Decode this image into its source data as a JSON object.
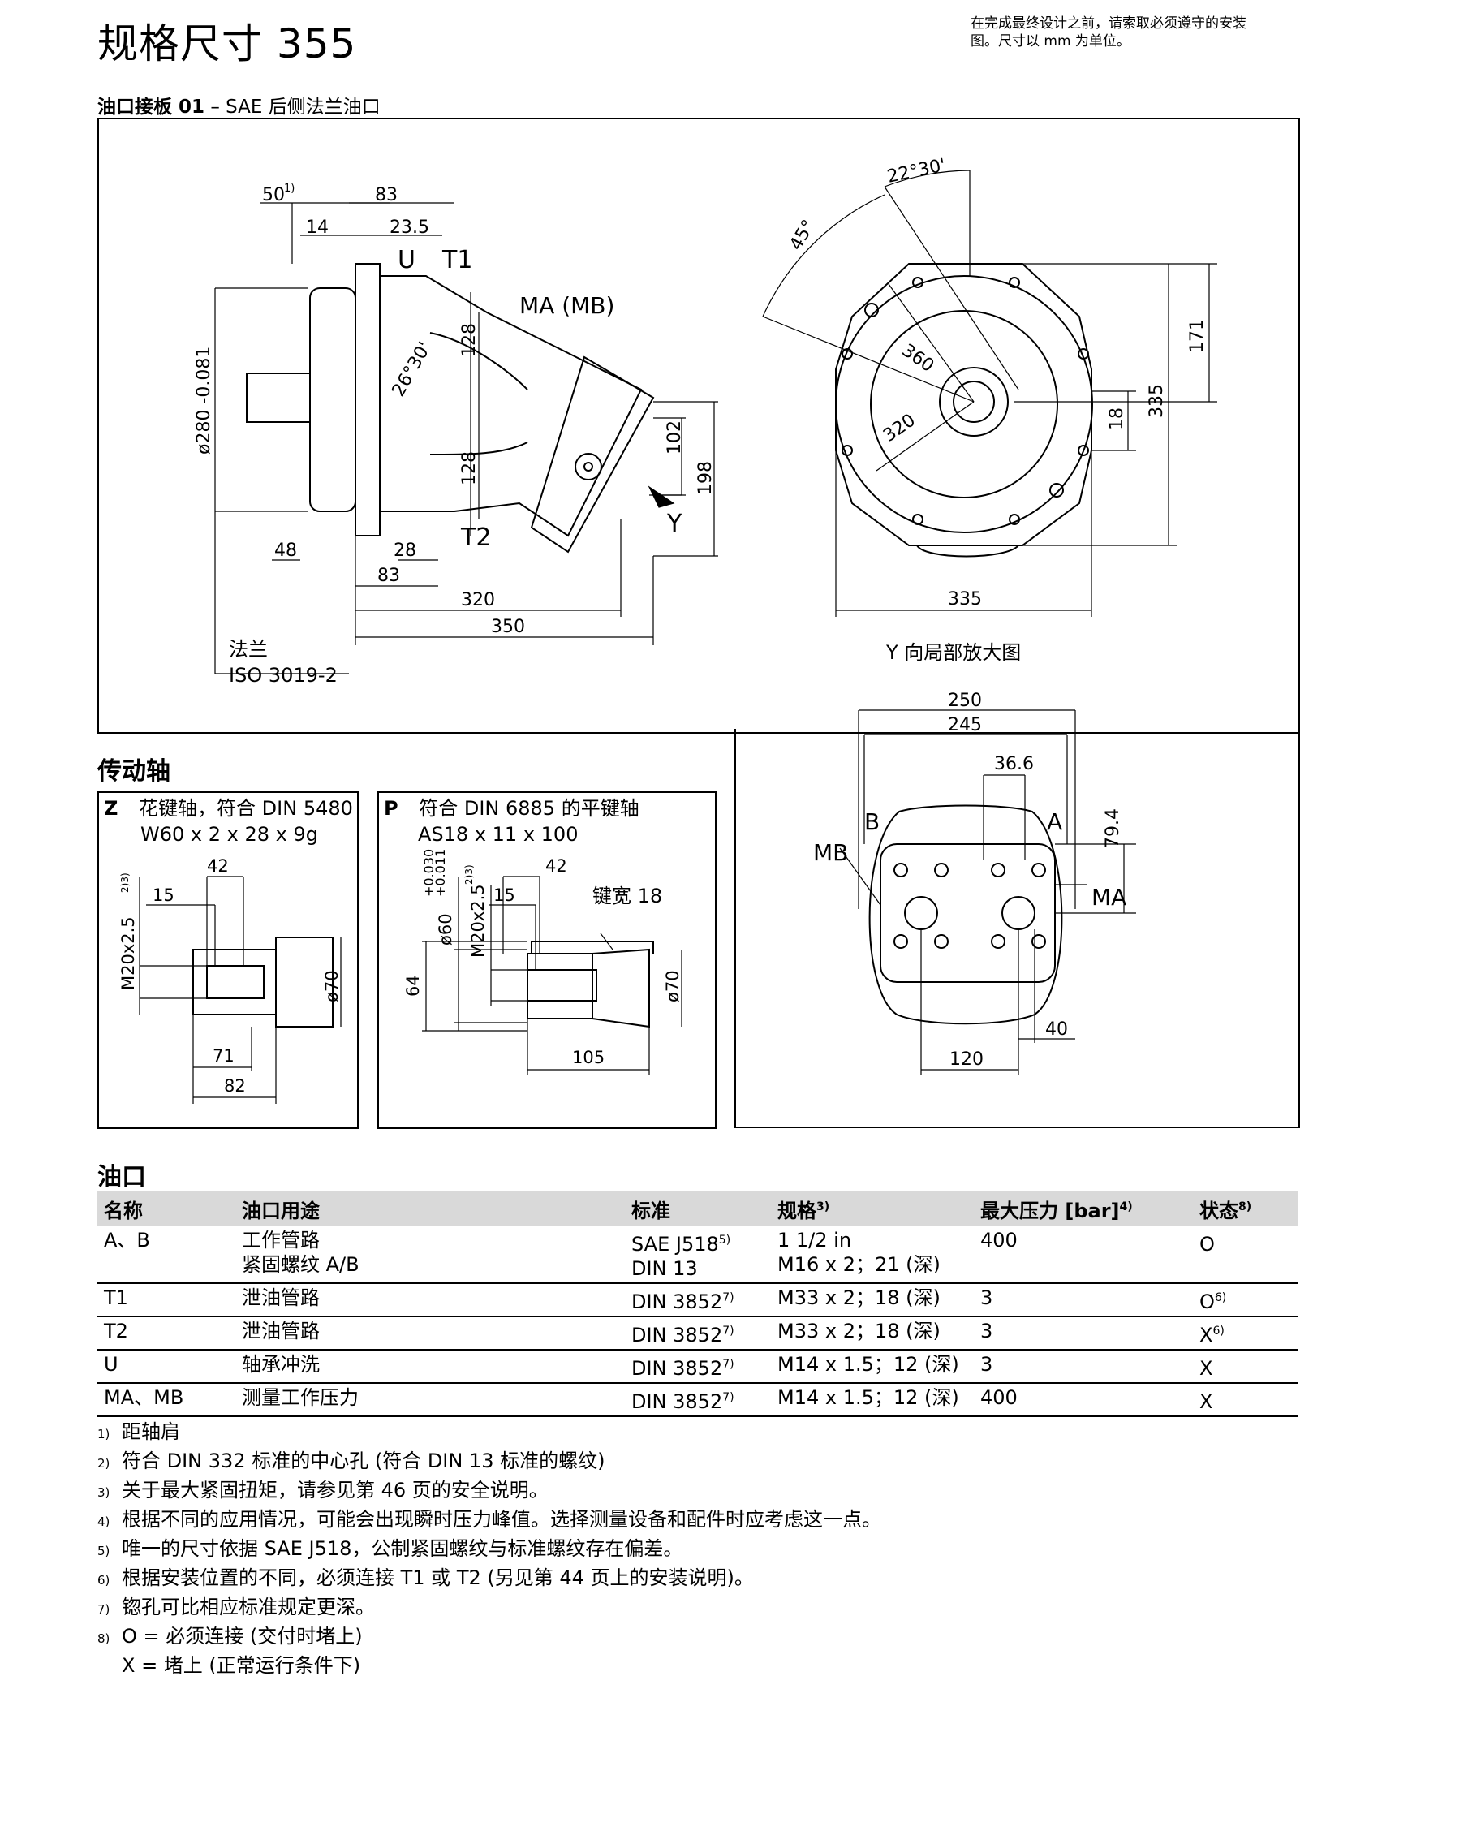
{
  "header": {
    "title": "规格尺寸 355",
    "note_line1": "在完成最终设计之前，请索取必须遵守的安装",
    "note_line2": "图。尺寸以 mm 为单位。"
  },
  "port_plate": {
    "label_bold": "油口接板 01",
    "label_rest": " – SAE 后侧法兰油口"
  },
  "side_view": {
    "dims": [
      "50",
      "1)",
      "83",
      "14",
      "23.5",
      "U",
      "T1",
      "MA (MB)",
      "128",
      "128",
      "26°30'",
      "ø280 -0.081",
      "102",
      "198",
      "Y",
      "T2",
      "48",
      "28",
      "83",
      "320",
      "350"
    ],
    "flange_label": "法兰",
    "flange_std": "ISO 3019-2"
  },
  "front_view": {
    "dims": [
      "22°30'",
      "45°",
      "360",
      "320",
      "171",
      "18",
      "335",
      "335"
    ]
  },
  "detail_view": {
    "caption": "Y 向局部放大图",
    "dims": [
      "250",
      "245",
      "36.6",
      "79.4",
      "40",
      "120"
    ],
    "labels": [
      "B",
      "A",
      "MB",
      "MA"
    ]
  },
  "drive_shafts": {
    "title": "传动轴",
    "z": {
      "code": "Z",
      "line1": "花键轴，符合 DIN 5480",
      "line2": "W60 x 2 x 28 x 9g",
      "dims": [
        "42",
        "15",
        "M20x2.5",
        "2)3)",
        "ø70",
        "71",
        "82"
      ]
    },
    "p": {
      "code": "P",
      "line1": "符合 DIN 6885 的平键轴",
      "line2": "AS18 x 11 x 100",
      "dims": [
        "42",
        "15",
        "ø60",
        "+0.030",
        "+0.011",
        "M20x2.5",
        "2)3)",
        "键宽 18",
        "64",
        "ø70",
        "105"
      ]
    }
  },
  "ports": {
    "title": "油口",
    "headers": [
      "名称",
      "油口用途",
      "标准",
      "规格",
      "最大压力 [bar]",
      "状态"
    ],
    "header_sups": [
      "",
      "",
      "",
      "3)",
      "4)",
      "8)"
    ],
    "rows": [
      {
        "name": "A、B",
        "use1": "工作管路",
        "use2": "紧固螺纹 A/B",
        "std1": "SAE J518",
        "std1_sup": "5)",
        "std2": "DIN 13",
        "spec1": "1 1/2 in",
        "spec2": "M16 x 2；21 (深)",
        "pressure": "400",
        "state": "O",
        "state_sup": ""
      },
      {
        "name": "T1",
        "use1": "泄油管路",
        "std1": "DIN 3852",
        "std1_sup": "7)",
        "spec1": "M33 x 2；18 (深)",
        "pressure": "3",
        "state": "O",
        "state_sup": "6)"
      },
      {
        "name": "T2",
        "use1": "泄油管路",
        "std1": "DIN 3852",
        "std1_sup": "7)",
        "spec1": "M33 x 2；18 (深)",
        "pressure": "3",
        "state": "X",
        "state_sup": "6)"
      },
      {
        "name": "U",
        "use1": "轴承冲洗",
        "std1": "DIN 3852",
        "std1_sup": "7)",
        "spec1": "M14 x 1.5；12 (深)",
        "pressure": "3",
        "state": "X",
        "state_sup": ""
      },
      {
        "name": "MA、MB",
        "use1": "测量工作压力",
        "std1": "DIN 3852",
        "std1_sup": "7)",
        "spec1": "M14 x 1.5；12 (深)",
        "pressure": "400",
        "state": "X",
        "state_sup": ""
      }
    ]
  },
  "footnotes": [
    {
      "n": "1)",
      "text": "距轴肩"
    },
    {
      "n": "2)",
      "text": "符合 DIN 332 标准的中心孔 (符合 DIN 13 标准的螺纹)"
    },
    {
      "n": "3)",
      "text": "关于最大紧固扭矩，请参见第 46 页的安全说明。"
    },
    {
      "n": "4)",
      "text": "根据不同的应用情况，可能会出现瞬时压力峰值。选择测量设备和配件时应考虑这一点。"
    },
    {
      "n": "5)",
      "text": "唯一的尺寸依据 SAE J518，公制紧固螺纹与标准螺纹存在偏差。"
    },
    {
      "n": "6)",
      "text": "根据安装位置的不同，必须连接 T1 或 T2 (另见第 44 页上的安装说明)。"
    },
    {
      "n": "7)",
      "text": "锪孔可比相应标准规定更深。"
    },
    {
      "n": "8)",
      "text": "O = 必须连接 (交付时堵上)"
    },
    {
      "n": "",
      "text": "X = 堵上 (正常运行条件下)"
    }
  ]
}
